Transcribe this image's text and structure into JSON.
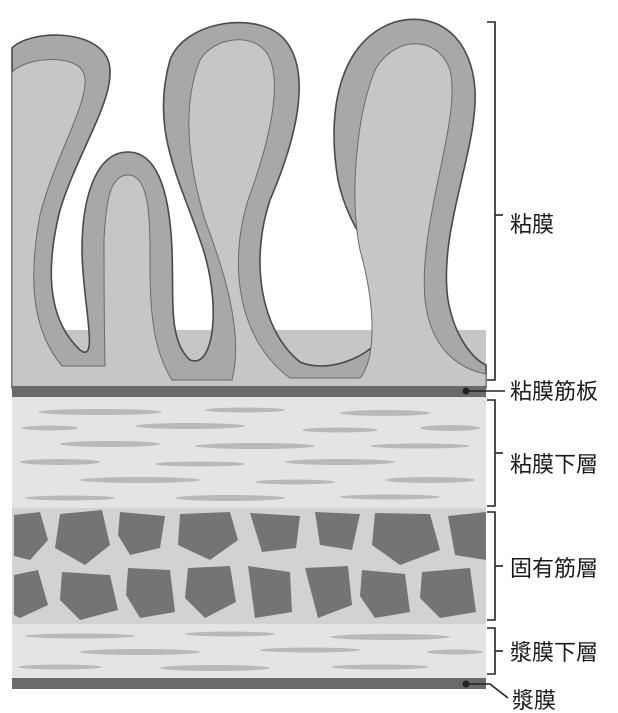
{
  "labels": {
    "mucosa": "粘膜",
    "muscularis_mucosae": "粘膜筋板",
    "submucosa": "粘膜下層",
    "muscularis_propria": "固有筋層",
    "subserosa": "漿膜下層",
    "serosa": "漿膜"
  },
  "colors": {
    "background": "#ffffff",
    "lamina": "#c6c6c6",
    "epithelium": "#a8a8a8",
    "epithelium_border": "#4a4a4a",
    "band": "#6a6a6a",
    "connective": "#e4e4e4",
    "fiber": "#b9b9b9",
    "muscle_bg": "#d2d2d2",
    "muscle_bundle": "#747474",
    "bracket": "#222222"
  }
}
